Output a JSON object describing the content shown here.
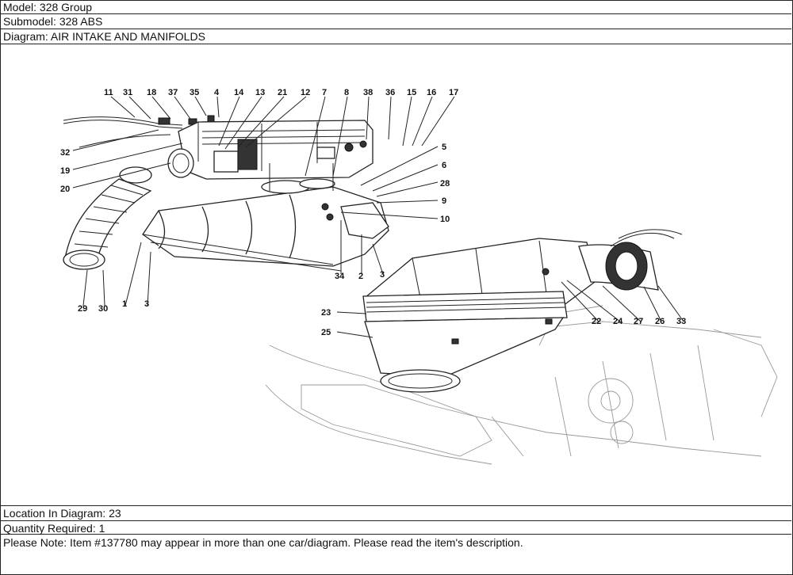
{
  "header": {
    "model": "Model: 328 Group",
    "submodel": "Submodel: 328 ABS",
    "diagram": "Diagram: AIR INTAKE AND MANIFOLDS"
  },
  "diagram": {
    "callouts": {
      "c11": "11",
      "c31": "31",
      "c18": "18",
      "c37": "37",
      "c35": "35",
      "c4": "4",
      "c14": "14",
      "c13": "13",
      "c21": "21",
      "c12": "12",
      "c7": "7",
      "c8": "8",
      "c38": "38",
      "c36": "36",
      "c15": "15",
      "c16": "16",
      "c17": "17",
      "c32": "32",
      "c19": "19",
      "c20": "20",
      "c5": "5",
      "c6": "6",
      "c28": "28",
      "c9": "9",
      "c10": "10",
      "c34": "34",
      "c2": "2",
      "c3a": "3",
      "c29": "29",
      "c30": "30",
      "c1": "1",
      "c3b": "3",
      "c23": "23",
      "c25": "25",
      "c22": "22",
      "c24": "24",
      "c27": "27",
      "c26": "26",
      "c33": "33"
    }
  },
  "footer": {
    "location": "Location In Diagram: 23",
    "quantity": "Quantity Required: 1",
    "note": "Please Note: Item #137780 may appear in more than one car/diagram. Please read the item's description."
  }
}
